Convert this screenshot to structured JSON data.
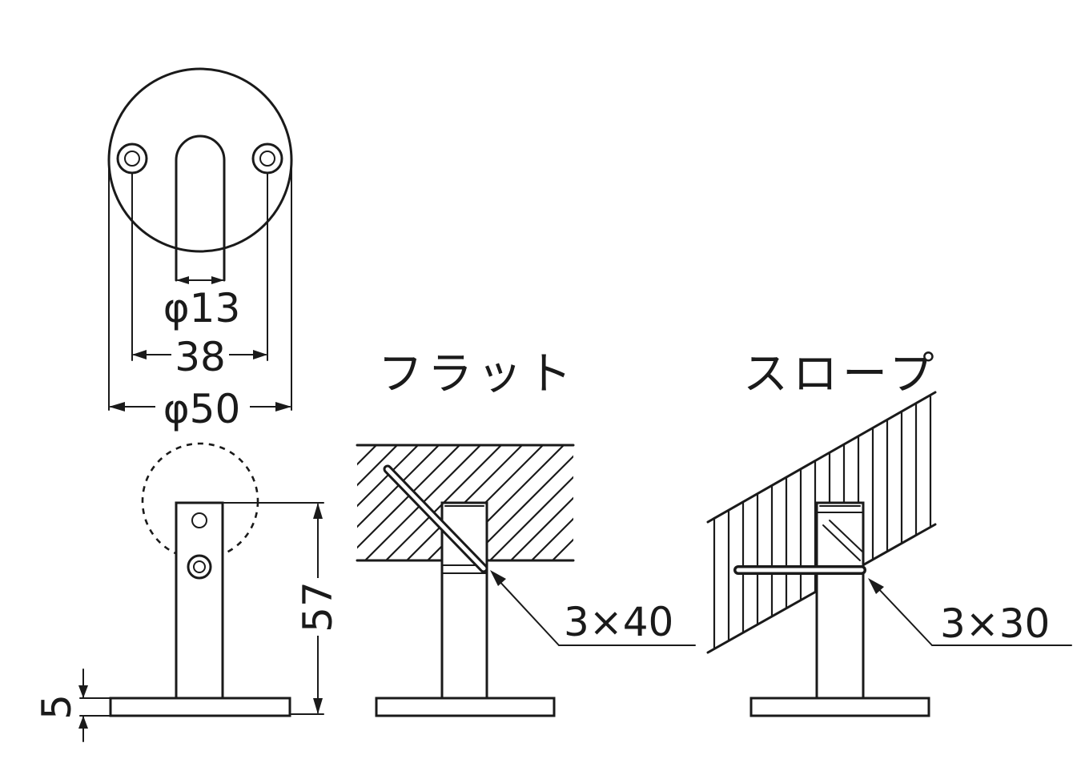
{
  "labels": {
    "flat": "フラット",
    "slope": "スロープ"
  },
  "dimensions": {
    "pipe_diameter": "φ13",
    "hole_pitch": "38",
    "base_diameter": "φ50",
    "height": "57",
    "base_thickness": "5",
    "screw_flat": "3×40",
    "screw_slope": "3×30"
  },
  "colors": {
    "line": "#1a1a1a",
    "background": "#ffffff"
  }
}
